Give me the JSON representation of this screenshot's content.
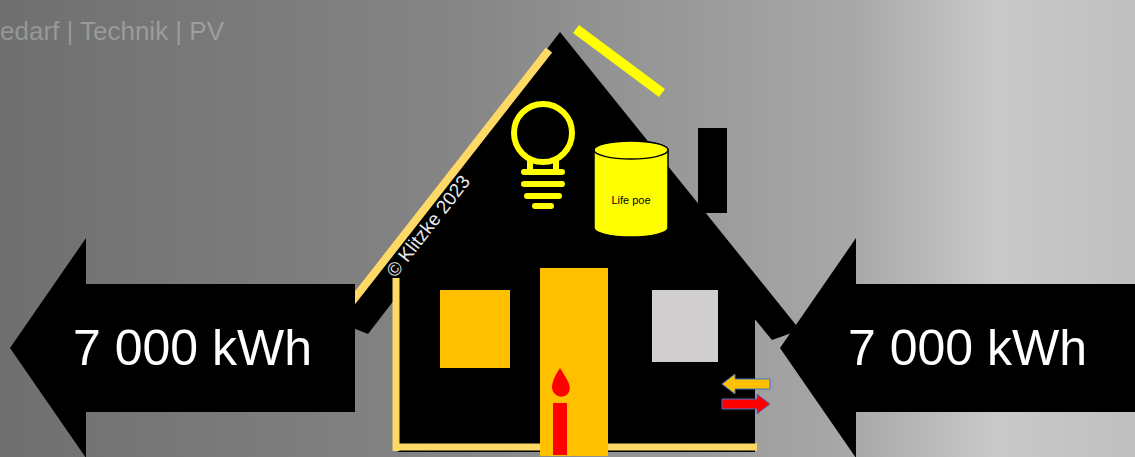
{
  "diagram": {
    "nodes": [
      {
        "text": [
          "7 000 kWh"
        ]
      },
      {
        "text": [
          "Life poe"
        ]
      },
      {
        "text": [
          "7 000 kWh"
        ]
      }
    ],
    "labels": [
      "edarf | Technik | PV",
      "© Klitzke 2023"
    ]
  }
}
